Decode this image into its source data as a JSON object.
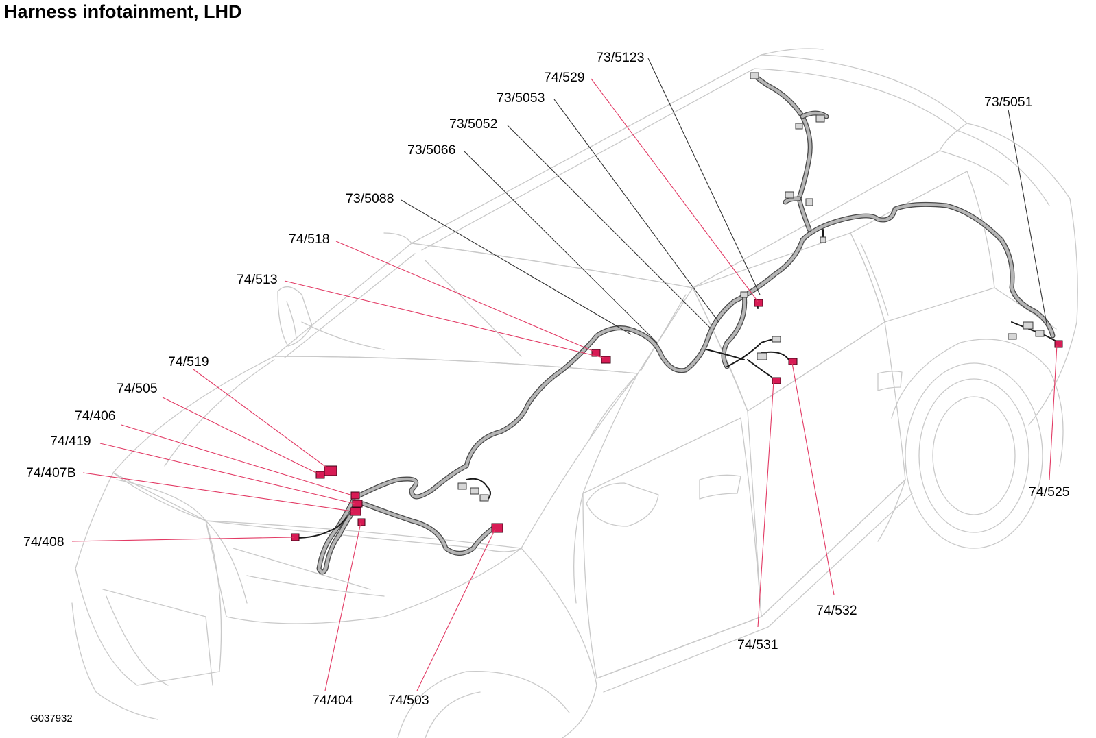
{
  "title": "Harness infotainment, LHD",
  "figure_code": "G037932",
  "colors": {
    "connector_highlight": "#d81b55",
    "leader_red": "#e23a64",
    "leader_black": "#333333",
    "harness": "#b5b5b5",
    "body_outline": "#c9c9c9"
  },
  "callouts": [
    {
      "id": "73-5123",
      "label": "73/5123"
    },
    {
      "id": "74-529",
      "label": "74/529"
    },
    {
      "id": "73-5053",
      "label": "73/5053"
    },
    {
      "id": "73-5052",
      "label": "73/5052"
    },
    {
      "id": "73-5066",
      "label": "73/5066"
    },
    {
      "id": "73-5088",
      "label": "73/5088"
    },
    {
      "id": "74-518",
      "label": "74/518"
    },
    {
      "id": "74-513",
      "label": "74/513"
    },
    {
      "id": "74-519",
      "label": "74/519"
    },
    {
      "id": "74-505",
      "label": "74/505"
    },
    {
      "id": "74-406",
      "label": "74/406"
    },
    {
      "id": "74-419",
      "label": "74/419"
    },
    {
      "id": "74-407B",
      "label": "74/407B"
    },
    {
      "id": "74-408",
      "label": "74/408"
    },
    {
      "id": "74-404",
      "label": "74/404"
    },
    {
      "id": "74-503",
      "label": "74/503"
    },
    {
      "id": "74-531",
      "label": "74/531"
    },
    {
      "id": "74-532",
      "label": "74/532"
    },
    {
      "id": "74-525",
      "label": "74/525"
    },
    {
      "id": "73-5051",
      "label": "73/5051"
    }
  ]
}
